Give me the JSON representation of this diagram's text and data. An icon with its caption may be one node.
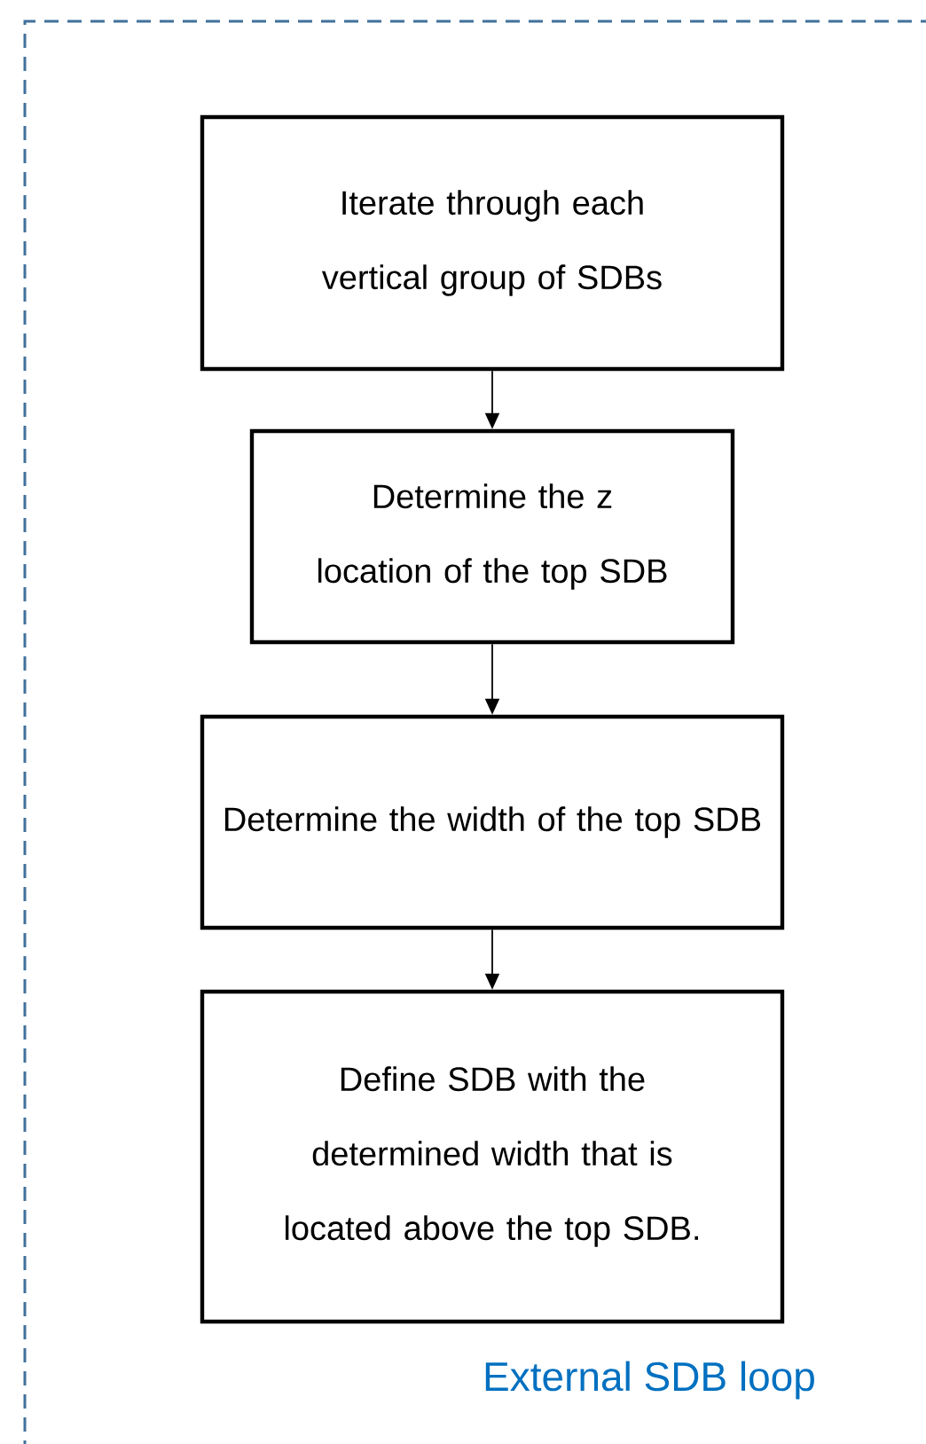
{
  "diagram": {
    "nodes": [
      {
        "text": [
          "External SDB loop"
        ]
      },
      {
        "text": [
          "Iterate through each vertical group of SDBs"
        ],
        "in": 0
      },
      {
        "text": [
          "Determine the z location of the top SDB"
        ],
        "in": 0
      },
      {
        "text": [
          "Determine the width of the top SDB"
        ],
        "in": 0
      },
      {
        "text": [
          "Define SDB with the determined width that is located above the top SDB."
        ],
        "in": 0
      }
    ],
    "edges": [
      {
        "from": 1,
        "to": 2,
        "arrow": "to"
      },
      {
        "from": 2,
        "to": 3,
        "arrow": "to"
      },
      {
        "from": 3,
        "to": 4,
        "arrow": "to"
      }
    ]
  }
}
